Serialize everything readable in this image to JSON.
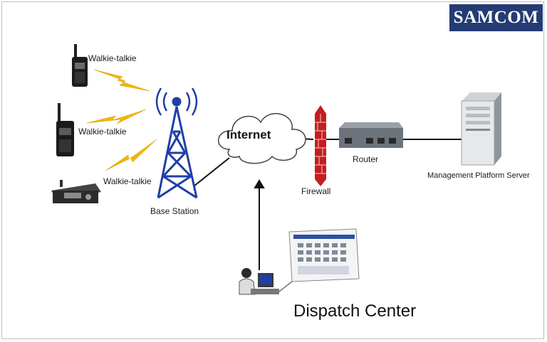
{
  "brand": {
    "logo_text": "SAMCOM",
    "color": "#243b73"
  },
  "nodes": {
    "walkie1": "Walkie-talkie",
    "walkie2": "Walkie-talkie",
    "walkie3": "Walkie-talkie",
    "base_station": "Base Station",
    "internet": "Internet",
    "firewall": "Firewall",
    "router": "Router",
    "server": "Management Platform Server",
    "dispatch": "Dispatch Center"
  },
  "colors": {
    "tower": "#1f3fa6",
    "lightning": "#f2b705",
    "firewall": "#c41e1e",
    "line": "#111111"
  }
}
